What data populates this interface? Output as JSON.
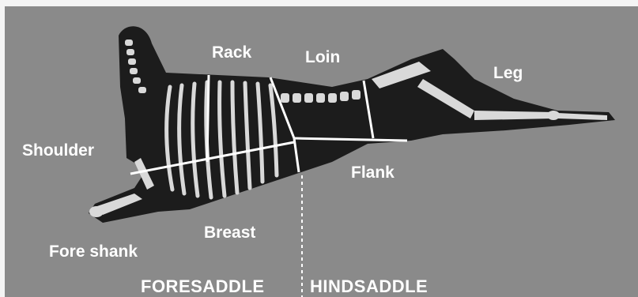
{
  "labels": {
    "rack": "Rack",
    "loin": "Loin",
    "leg": "Leg",
    "shoulder": "Shoulder",
    "flank": "Flank",
    "breast": "Breast",
    "fore_shank": "Fore shank",
    "foresaddle": "FORESADDLE",
    "hindsaddle": "HINDSADDLE"
  },
  "colors": {
    "background": "#8a8a8a",
    "carcass": "#1c1c1c",
    "bone": "#d9d9d9",
    "cut_lines": "#ffffff",
    "label_text": "#ffffff"
  }
}
